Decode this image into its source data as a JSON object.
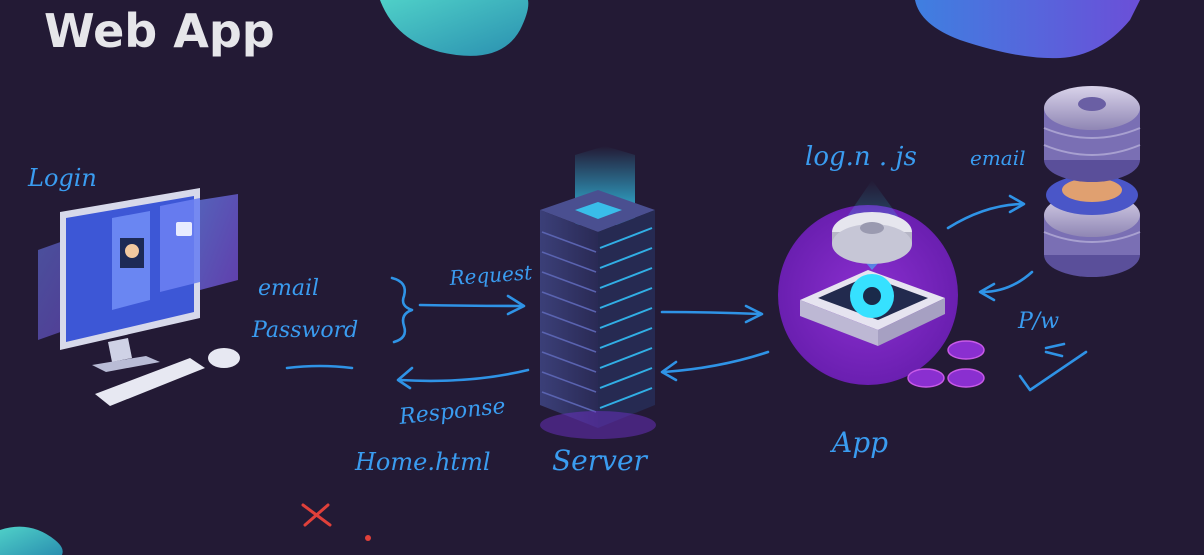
{
  "title": "Web App",
  "annotations": {
    "login": "Login",
    "email": "email",
    "password": "Password",
    "request": "Request",
    "response": "Response",
    "home_html": "Home.html",
    "server": "Server",
    "login_js": "log.n . js",
    "db_email": "email",
    "pw": "P/w",
    "app": "App"
  },
  "colors": {
    "background": "#231a35",
    "handwriting": "#2f93e6",
    "accent_cyan": "#2fc4e6",
    "accent_purple": "#7a2fc4",
    "mark_red": "#e0403a"
  }
}
